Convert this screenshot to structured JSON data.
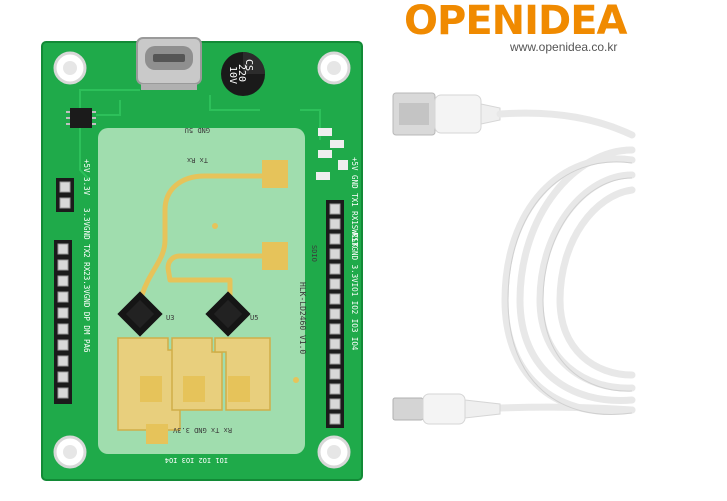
{
  "logo": {
    "brand": "OPENIDEA",
    "url": "www.openidea.co.kr"
  },
  "capacitor": {
    "line1": "CS",
    "line2": "220",
    "line3": "10V"
  },
  "board": {
    "model": "HLK-LD2460 V1.0",
    "sdio": "SDIO",
    "right_header": "+5V GND TX1 RX1SWCLK",
    "right_header_2": "RSTGND 3.3VIO1 IO2 IO3 IO4",
    "left_header_power": "+5V 3.3V",
    "left_header": "3.3VGND TX2 RX23.3VGND DP DM PA6",
    "top_labels": "GND 5U",
    "tx_rx_top": "Tx Rx",
    "tx_rx_bottom": "Rx Tx GND 3.3V",
    "bottom_labels": "IO1 IO2 IO3 IO4",
    "u3": "U3",
    "u5": "U5"
  },
  "colors": {
    "pcb": "#1faa4a",
    "pcb_dark": "#128a36",
    "antenna_panel": "#b7e6bf",
    "gold": "#e6c35a",
    "cable": "#f1f1f1",
    "logo_orange": "#f08a00"
  }
}
